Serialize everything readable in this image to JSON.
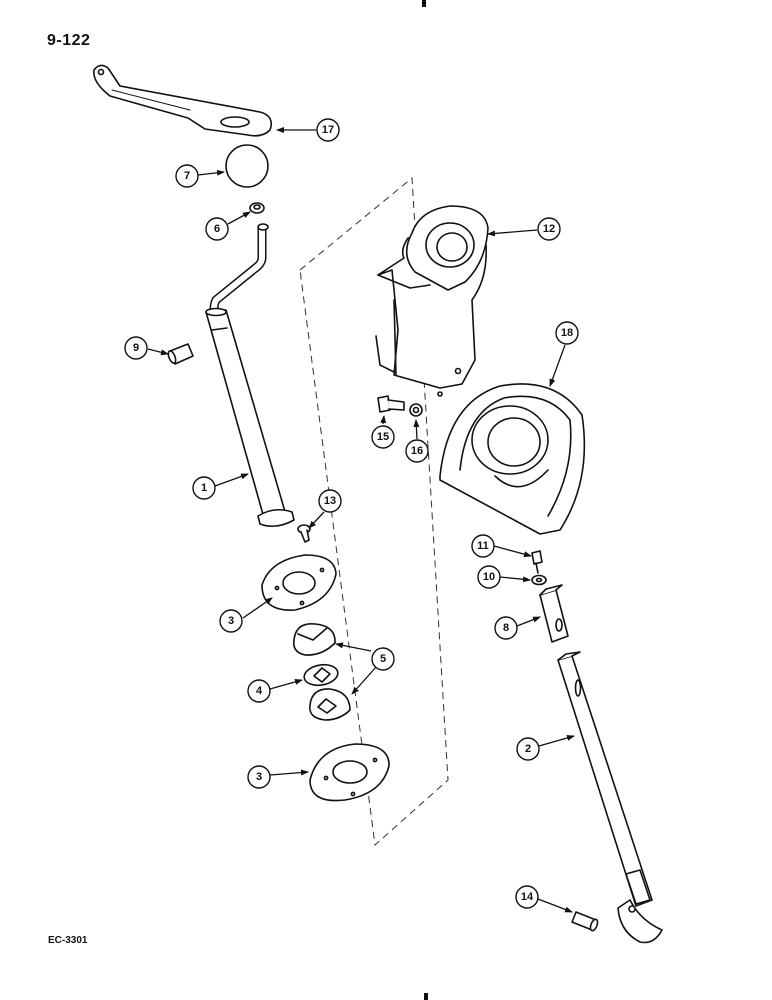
{
  "page": {
    "title": "9-122",
    "figure_code": "EC-3301"
  },
  "callouts": [
    {
      "id": "c17",
      "label": "17"
    },
    {
      "id": "c7",
      "label": "7"
    },
    {
      "id": "c6",
      "label": "6"
    },
    {
      "id": "c12",
      "label": "12"
    },
    {
      "id": "c9",
      "label": "9"
    },
    {
      "id": "c18",
      "label": "18"
    },
    {
      "id": "c15",
      "label": "15"
    },
    {
      "id": "c16",
      "label": "16"
    },
    {
      "id": "c1",
      "label": "1"
    },
    {
      "id": "c13",
      "label": "13"
    },
    {
      "id": "c11",
      "label": "11"
    },
    {
      "id": "c10",
      "label": "10"
    },
    {
      "id": "c3a",
      "label": "3"
    },
    {
      "id": "c8",
      "label": "8"
    },
    {
      "id": "c5",
      "label": "5"
    },
    {
      "id": "c4",
      "label": "4"
    },
    {
      "id": "c2",
      "label": "2"
    },
    {
      "id": "c3b",
      "label": "3"
    },
    {
      "id": "c14",
      "label": "14"
    }
  ]
}
